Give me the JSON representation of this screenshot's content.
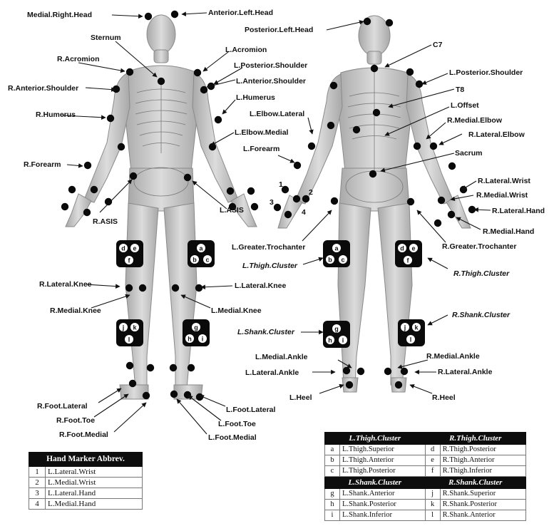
{
  "labels": {
    "medial_right_head": "Medial.Right.Head",
    "anterior_left_head": "Anterior.Left.Head",
    "sternum": "Sternum",
    "r_acromion": "R.Acromion",
    "l_acromion": "L.Acromion",
    "l_posterior_shoulder_front": "L.Posterior.Shoulder",
    "r_anterior_shoulder": "R.Anterior.Shoulder",
    "l_anterior_shoulder": "L.Anterior.Shoulder",
    "l_humerus": "L.Humerus",
    "r_humerus": "R.Humerus",
    "l_elbow_medial": "L.Elbow.Medial",
    "r_forearm": "R.Forearm",
    "r_asis": "R.ASIS",
    "l_asis": "L.ASIS",
    "r_lateral_knee": "R.Lateral.Knee",
    "l_lateral_knee": "L.Lateral.Knee",
    "r_medial_knee": "R.Medial.Knee",
    "l_medial_knee": "L.Medial.Knee",
    "r_foot_lateral": "R.Foot.Lateral",
    "r_foot_toe": "R.Foot.Toe",
    "r_foot_medial": "R.Foot.Medial",
    "l_foot_lateral": "L.Foot.Lateral",
    "l_foot_toe": "L.Foot.Toe",
    "l_foot_medial": "L.Foot.Medial",
    "posterior_left_head": "Posterior.Left.Head",
    "c7": "C7",
    "l_posterior_shoulder_back": "L.Posterior.Shoulder",
    "t8": "T8",
    "l_offset": "L.Offset",
    "l_elbow_lateral": "L.Elbow.Lateral",
    "r_medial_elbow": "R.Medial.Elbow",
    "r_lateral_elbow": "R.Lateral.Elbow",
    "l_forearm": "L.Forearm",
    "sacrum": "Sacrum",
    "r_lateral_wrist": "R.Lateral.Wrist",
    "r_medial_wrist": "R.Medial.Wrist",
    "r_lateral_hand": "R.Lateral.Hand",
    "r_medial_hand": "R.Medial.Hand",
    "l_greater_trochanter": "L.Greater.Trochanter",
    "r_greater_trochanter": "R.Greater.Trochanter",
    "l_thigh_cluster": "L.Thigh.Cluster",
    "r_thigh_cluster": "R.Thigh.Cluster",
    "l_shank_cluster": "L.Shank.Cluster",
    "r_shank_cluster": "R.Shank.Cluster",
    "l_medial_ankle": "L.Medial.Ankle",
    "r_medial_ankle": "R.Medial.Ankle",
    "l_lateral_ankle": "L.Lateral.Ankle",
    "r_lateral_ankle": "R.Lateral.Ankle",
    "l_heel": "L.Heel",
    "r_heel": "R.Heel",
    "hand_num_1": "1",
    "hand_num_2": "2",
    "hand_num_3": "3",
    "hand_num_4": "4"
  },
  "clusters": {
    "front_r_thigh": [
      "d",
      "e",
      "f"
    ],
    "front_l_thigh": [
      "a",
      "b",
      "c"
    ],
    "front_r_shank": [
      "j",
      "k",
      "l"
    ],
    "front_l_shank": [
      "g",
      "h",
      "i"
    ],
    "back_l_thigh": [
      "a",
      "b",
      "c"
    ],
    "back_r_thigh": [
      "d",
      "e",
      "f"
    ],
    "back_l_shank": [
      "g",
      "h",
      "i"
    ],
    "back_r_shank": [
      "j",
      "k",
      "l"
    ]
  },
  "hand_table": {
    "title": "Hand Marker Abbrev.",
    "rows": [
      {
        "num": "1",
        "name": "L.Lateral.Wrist"
      },
      {
        "num": "2",
        "name": "L.Medial.Wrist"
      },
      {
        "num": "3",
        "name": "L.Lateral.Hand"
      },
      {
        "num": "4",
        "name": "L.Medial.Hand"
      }
    ]
  },
  "cluster_table": {
    "thigh_left_header": "L.Thigh.Cluster",
    "thigh_right_header": "R.Thigh.Cluster",
    "thigh_rows": [
      {
        "lk": "a",
        "lv": "L.Thigh.Superior",
        "rk": "d",
        "rv": "R.Thigh.Posterior"
      },
      {
        "lk": "b",
        "lv": "L.Thigh.Anterior",
        "rk": "e",
        "rv": "R.Thigh.Anterior"
      },
      {
        "lk": "c",
        "lv": "L.Thigh.Posterior",
        "rk": "f",
        "rv": "R.Thigh.Inferior"
      }
    ],
    "shank_left_header": "L.Shank.Cluster",
    "shank_right_header": "R.Shank.Cluster",
    "shank_rows": [
      {
        "lk": "g",
        "lv": "L.Shank.Anterior",
        "rk": "j",
        "rv": "R.Shank.Superior"
      },
      {
        "lk": "h",
        "lv": "L.Shank.Posterior",
        "rk": "k",
        "rv": "R.Shank.Posterior"
      },
      {
        "lk": "i",
        "lv": "L.Shank.Inferior",
        "rk": "l",
        "rv": "R.Shank.Anterior"
      }
    ]
  },
  "colors": {
    "marker": "#0a0a0a",
    "body_fill": "#c9c9c9",
    "body_stroke": "#8a8a8a",
    "table_header": "#0d0d0d"
  }
}
